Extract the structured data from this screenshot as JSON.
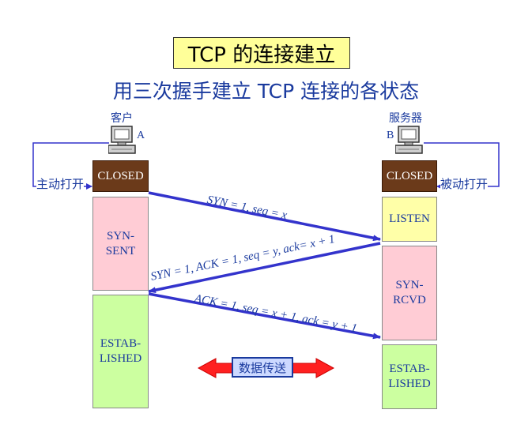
{
  "title": "TCP 的连接建立",
  "subtitle": "用三次握手建立 TCP 连接的各状态",
  "client": {
    "label": "客户",
    "letter": "A",
    "open_label": "主动打开",
    "states": [
      "CLOSED",
      "SYN-\nSENT",
      "ESTAB-\nLISHED"
    ]
  },
  "server": {
    "label": "服务器",
    "letter": "B",
    "open_label": "被动打开",
    "states": [
      "CLOSED",
      "LISTEN",
      "SYN-\nRCVD",
      "ESTAB-\nLISHED"
    ]
  },
  "messages": [
    {
      "text": "SYN = 1, seq = x",
      "from": "A",
      "to": "B"
    },
    {
      "text": "SYN = 1, ACK = 1, seq = y, ack= x + 1",
      "from": "B",
      "to": "A"
    },
    {
      "text": "ACK = 1, seq = x + 1, ack = y + 1",
      "from": "A",
      "to": "B"
    }
  ],
  "data_transfer_label": "数据传送",
  "colors": {
    "title_bg": "#ffff99",
    "text_blue": "#1a3a9e",
    "arrow_blue": "#3333cc",
    "closed_bg": "#6b3a1a",
    "syn_bg": "#ffccd5",
    "listen_bg": "#ffffa8",
    "established_bg": "#ccffa0",
    "data_arrow_red": "#ff2020"
  }
}
